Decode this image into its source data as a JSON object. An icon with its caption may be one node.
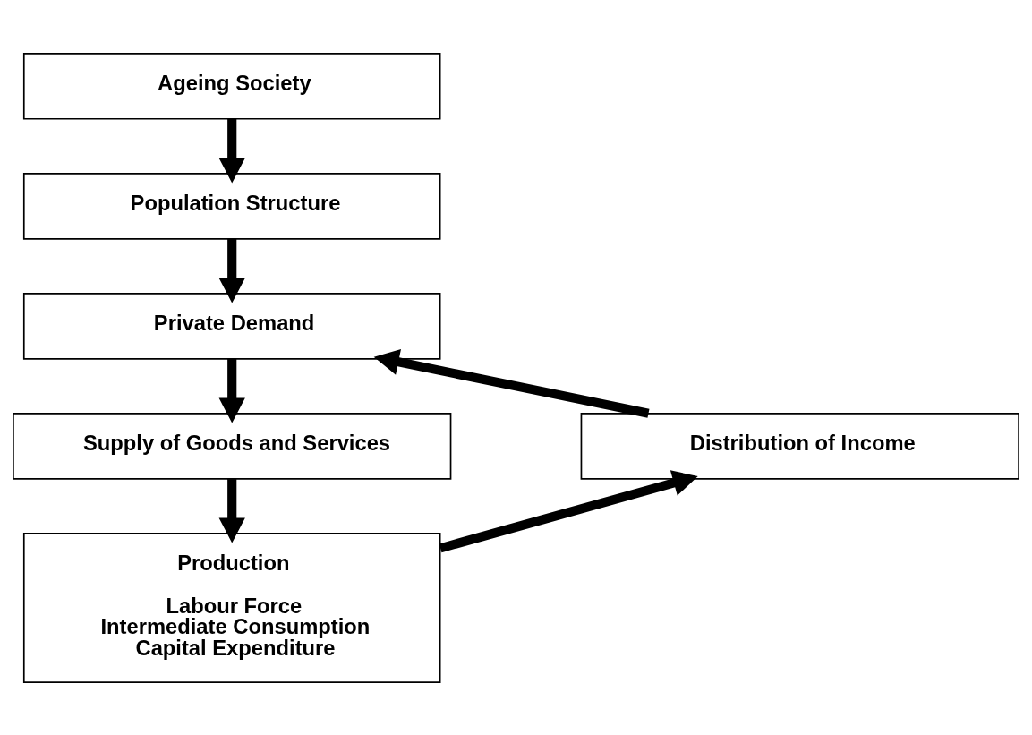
{
  "diagram": {
    "nodes": [
      {
        "text": [
          "Ageing Society"
        ]
      },
      {
        "text": [
          "Population Structure"
        ]
      },
      {
        "text": [
          "Private Demand"
        ]
      },
      {
        "text": [
          "Distribution of Income"
        ]
      },
      {
        "text": [
          "Supply of Goods and Services"
        ]
      },
      {
        "text": [
          "Production",
          "Labour Force",
          "Intermediate Consumption",
          "Capital Expenditure"
        ]
      }
    ],
    "edges": [
      {
        "from": 0,
        "to": 1,
        "arrow": "to"
      },
      {
        "from": 1,
        "to": 2,
        "arrow": "to"
      },
      {
        "from": 2,
        "to": 4,
        "arrow": "to"
      },
      {
        "from": 4,
        "to": 5,
        "arrow": "to"
      },
      {
        "from": 5,
        "to": 3,
        "arrow": "to"
      },
      {
        "from": 3,
        "to": 2,
        "arrow": "to"
      }
    ]
  }
}
